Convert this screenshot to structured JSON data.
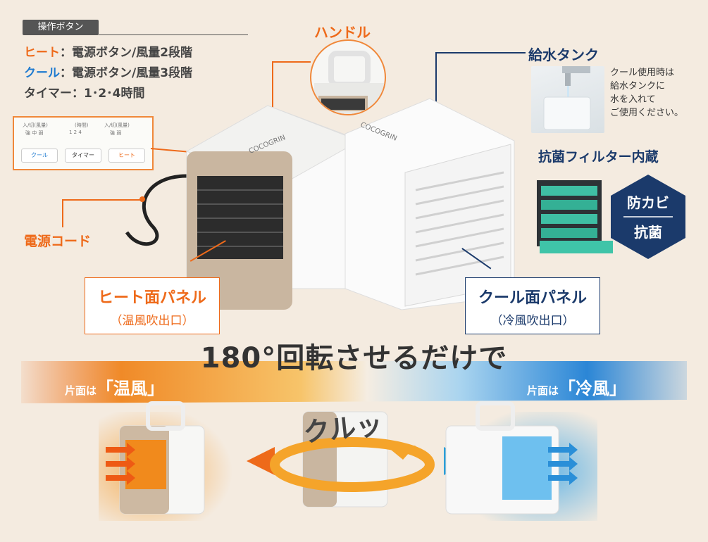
{
  "operation": {
    "badge": "操作ボタン",
    "rows": [
      {
        "key": "ヒート",
        "value": "：電源ボタン/風量2段階"
      },
      {
        "key": "クール",
        "value": "：電源ボタン/風量3段階"
      },
      {
        "key": "タイマー",
        "value": "：1･2･4時間"
      }
    ]
  },
  "control_panel": {
    "top_labels": [
      "入/切(風量)",
      "(時間)",
      "入/切(風量)"
    ],
    "sub_labels": [
      "強 中 弱",
      "1 2 4",
      "強 弱"
    ],
    "buttons": [
      "クール",
      "タイマー",
      "ヒート"
    ]
  },
  "handle_label": "ハンドル",
  "tank": {
    "title": "給水タンク",
    "note": [
      "クール使用時は",
      "給水タンクに",
      "水を入れて",
      "ご使用ください。"
    ]
  },
  "filter": {
    "title": "抗菌フィルター内蔵",
    "badge_line1": "防カビ",
    "badge_line2": "抗菌"
  },
  "power_cord_label": "電源コード",
  "heat_panel": {
    "title": "ヒート面パネル",
    "sub": "（温風吹出口）"
  },
  "cool_panel": {
    "title": "クール面パネル",
    "sub": "（冷風吹出口）"
  },
  "rotate_title": "180°回転させるだけで",
  "left_side": {
    "prefix": "片面は",
    "value": "「温風」"
  },
  "right_side": {
    "prefix": "片面は",
    "value": "「冷風」"
  },
  "spin_text": "クルッ",
  "brand": "COCOGRIN",
  "colors": {
    "heat": "#ee6a1a",
    "cool": "#1f7bd0",
    "navy": "#1b3a6b"
  }
}
